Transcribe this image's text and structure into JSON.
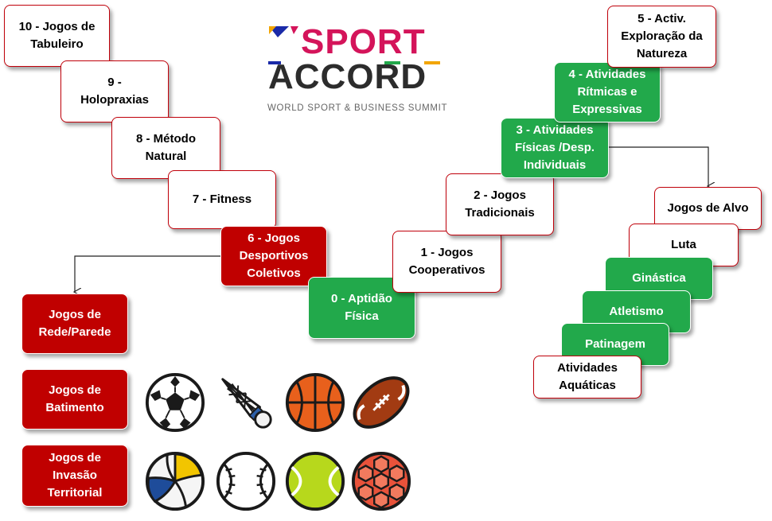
{
  "logo": {
    "line1": "SPORT",
    "line2": "ACCORD",
    "tagline": "WORLD SPORT & BUSINESS SUMMIT"
  },
  "left_staircase": [
    {
      "label": "10 - Jogos de\nTabuleiro"
    },
    {
      "label": "9 -\nHolopraxias"
    },
    {
      "label": "8 - Método\nNatural"
    },
    {
      "label": "7 - Fitness"
    },
    {
      "label": "6 - Jogos\nDesportivos\nColetivos"
    }
  ],
  "center_steps": [
    {
      "label": "0 - Aptidão\nFísica"
    },
    {
      "label": "1 - Jogos\nCooperativos"
    },
    {
      "label": "2 - Jogos\nTradicionais"
    },
    {
      "label": "3 - Atividades\nFísicas /Desp.\nIndividuais"
    },
    {
      "label": "4 - Atividades\nRítmicas e\nExpressivas"
    },
    {
      "label": "5 - Activ.\nExploração da\nNatureza"
    }
  ],
  "team_categories": [
    {
      "label": "Jogos de\nRede/Parede"
    },
    {
      "label": "Jogos de\nBatimento"
    },
    {
      "label": "Jogos de\nInvasão\nTerritorial"
    }
  ],
  "individual_sports": [
    {
      "label": "Jogos de Alvo"
    },
    {
      "label": "Luta"
    },
    {
      "label": "Ginástica"
    },
    {
      "label": "Atletismo"
    },
    {
      "label": "Patinagem"
    },
    {
      "label": "Atividades\nAquáticas"
    }
  ],
  "ball_icons": [
    "soccer-ball-icon",
    "shuttlecock-icon",
    "basketball-icon",
    "american-football-icon",
    "volleyball-icon",
    "baseball-icon",
    "tennis-ball-icon",
    "handball-icon"
  ],
  "colors": {
    "red": "#c00000",
    "green": "#22a94b",
    "border_red": "#c0000a"
  }
}
